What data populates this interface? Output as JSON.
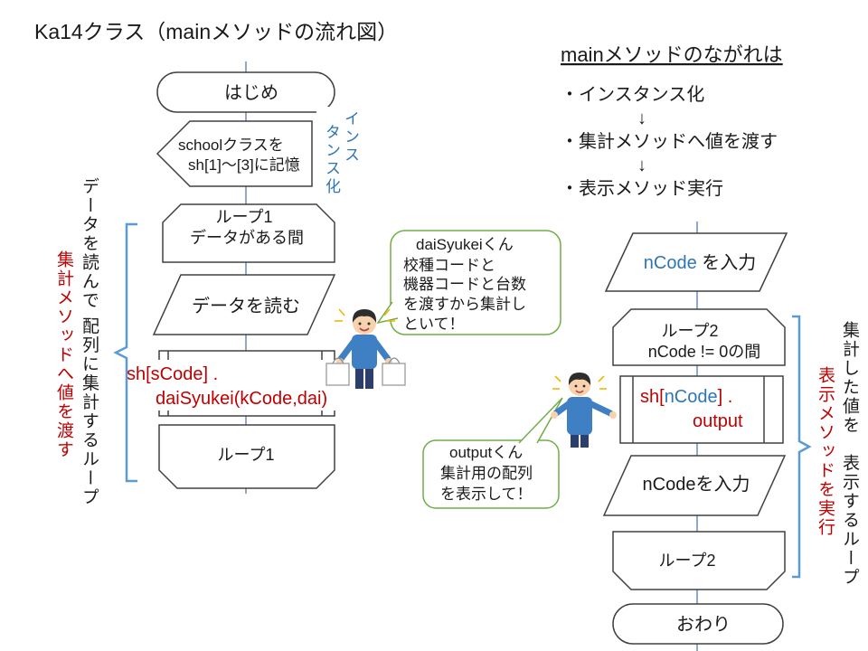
{
  "title": "Ka14クラス（mainメソッドの流れ図）",
  "overview": {
    "heading": "mainメソッドのながれは",
    "steps": [
      "・インスタンス化",
      "・集計メソッドへ値を渡す",
      "・表示メソッド実行"
    ],
    "arrow": "↓"
  },
  "left_flow": {
    "start": "はじめ",
    "instantiate": {
      "line1": "schoolクラスを",
      "line2": "sh[1]～[3]に記憶"
    },
    "instantiate_note": [
      "インス",
      "タンス化"
    ],
    "loop_start": {
      "line1": "ループ1",
      "line2": "データがある間"
    },
    "read": "データを読む",
    "call": {
      "line1": "sh[sCode] .",
      "line2": "daiSyukei(kCode,dai)"
    },
    "loop_end": "ループ1",
    "bracket_label": "データを読んで 配列に集計するループ",
    "bracket_label_red": "集計メソッドへ値を渡す"
  },
  "right_flow": {
    "input_first": {
      "var": "nCode",
      "text": " を入力"
    },
    "loop_start": {
      "line1": "ループ2",
      "line2": "nCode != 0の間"
    },
    "call": {
      "prefix": "sh[",
      "var": "nCode",
      "suffix": "] .",
      "line2": "output"
    },
    "input_next": "nCodeを入力",
    "loop_end": "ループ2",
    "end": "おわり",
    "bracket_label": "集計した値を　表示するループ",
    "bracket_label_red": "表示メソッドを実行"
  },
  "bubbles": {
    "daisyukei": [
      "daiSyukeiくん",
      "校種コードと",
      "機器コードと台数",
      "を渡すから集計し",
      "といて！"
    ],
    "output": [
      "outputくん",
      "集計用の配列",
      "を表示して！"
    ]
  },
  "colors": {
    "red": "#c00000",
    "blue": "#2e75b6",
    "bracket": "#5b9bd5",
    "bubble": "#70ad47",
    "shirt": "#3f7fc4"
  }
}
